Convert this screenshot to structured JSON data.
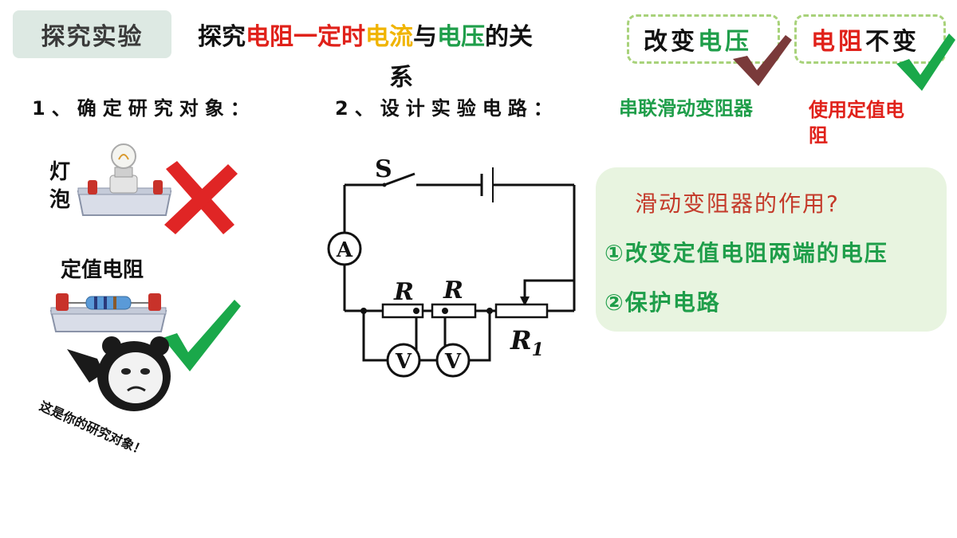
{
  "header": {
    "badge": "探究实验",
    "title_parts": [
      "探究",
      "电阻",
      "一定时",
      "电流",
      "与",
      "电压",
      "的关"
    ],
    "title_line2": "系"
  },
  "conditions": {
    "change_prefix": "改变",
    "change_suffix": "电压",
    "keep_prefix": "电阻",
    "keep_suffix": "不变"
  },
  "steps": {
    "step1": "1、确定研究对象：",
    "step2": "2、设计实验电路："
  },
  "methods": {
    "m1": "串联滑动变阻器",
    "m2_line1": "使用定值电",
    "m2_line2": "阻"
  },
  "objects": {
    "bulb_line1": "灯",
    "bulb_line2": "泡",
    "resistor_label": "定值电阻",
    "meme_caption": "这是你的研究对象！"
  },
  "circuit": {
    "switch_label": "S",
    "ammeter": "A",
    "resistor1": "R",
    "resistor2": "R",
    "rheostat": "R",
    "rheostat_sub": "1",
    "voltmeter1": "V",
    "voltmeter2": "V"
  },
  "role": {
    "question": "滑动变阻器的作用?",
    "answer1": "①改变定值电阻两端的电压",
    "answer2": "②保护电路"
  },
  "colors": {
    "red": "#e0211a",
    "yellow": "#f0b400",
    "green": "#1f9e4a",
    "check_dark": "#7a3a3a"
  }
}
